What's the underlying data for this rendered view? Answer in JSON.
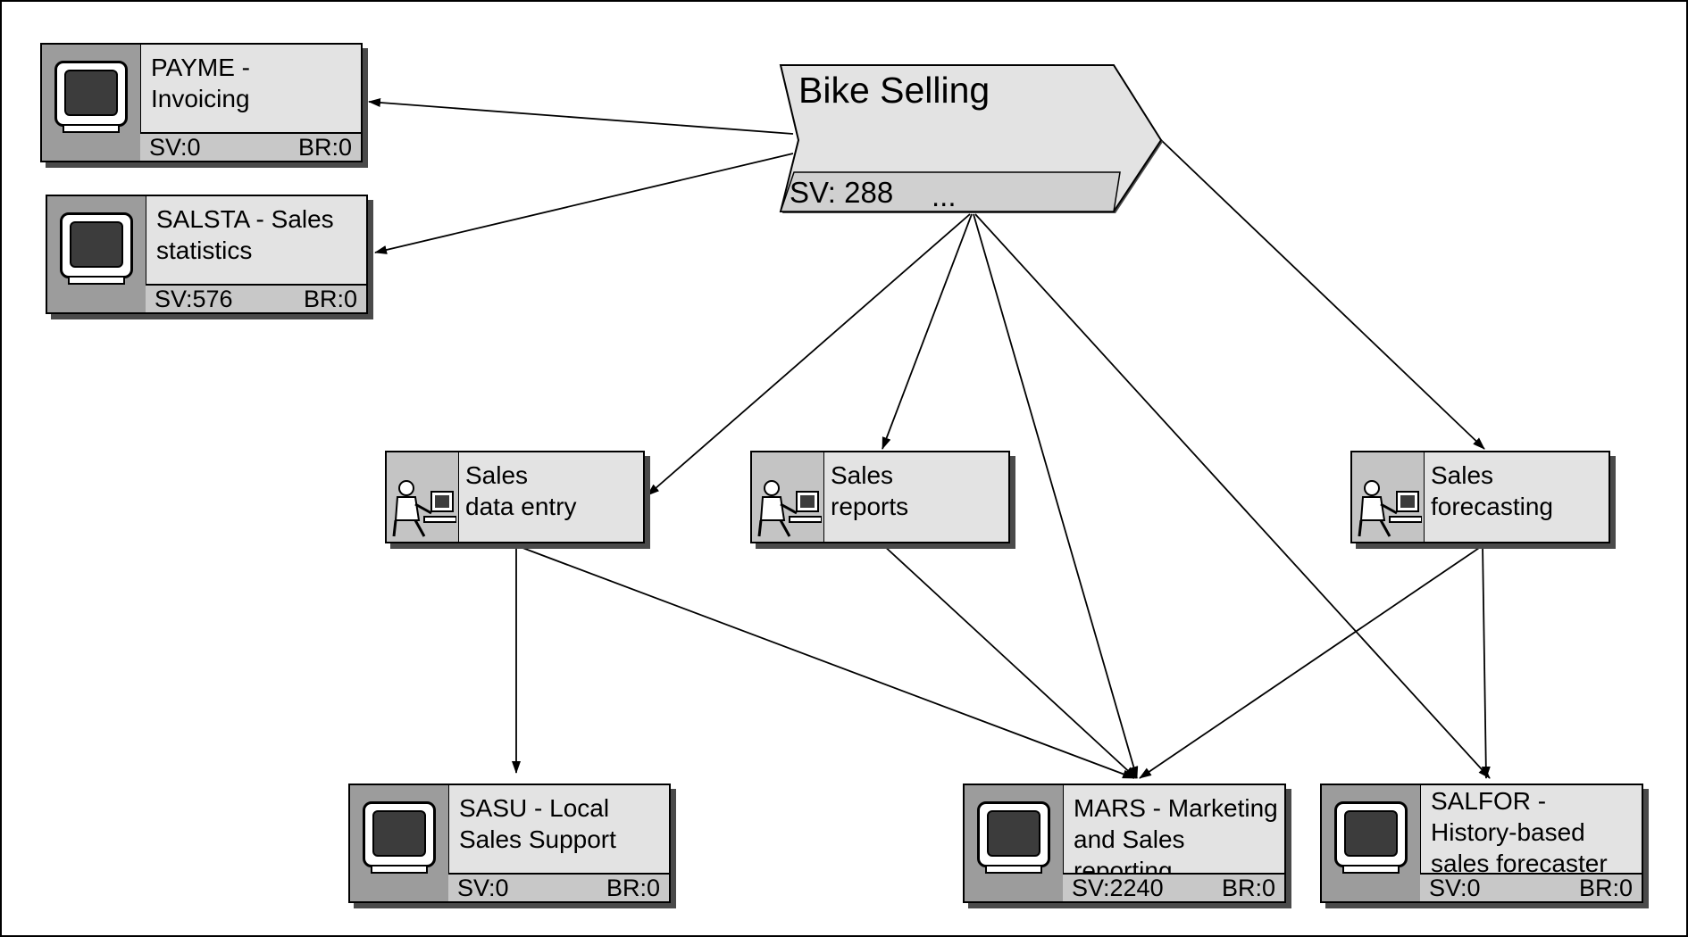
{
  "process": {
    "title": "Bike Selling",
    "sv_label": "SV: 288",
    "more_indicator": "..."
  },
  "applications": [
    {
      "id": "payme",
      "name": "PAYME -\nInvoicing",
      "sv": "SV:0",
      "br": "BR:0"
    },
    {
      "id": "salsta",
      "name": "SALSTA - Sales\nstatistics",
      "sv": "SV:576",
      "br": "BR:0"
    },
    {
      "id": "sasu",
      "name": "SASU - Local\nSales Support",
      "sv": "SV:0",
      "br": "BR:0"
    },
    {
      "id": "mars",
      "name": "MARS - Marketing\nand Sales reporting",
      "sv": "SV:2240",
      "br": "BR:0"
    },
    {
      "id": "salfor",
      "name": "SALFOR -\nHistory-based\nsales forecaster",
      "sv": "SV:0",
      "br": "BR:0"
    }
  ],
  "activities": [
    {
      "id": "sales-data-entry",
      "name": "Sales\ndata entry"
    },
    {
      "id": "sales-reports",
      "name": "Sales\nreports"
    },
    {
      "id": "sales-forecasting",
      "name": "Sales\nforecasting"
    }
  ],
  "icons": {
    "application": "monitor-icon",
    "activity": "person-at-computer-icon"
  },
  "colors": {
    "node_fill": "#e3e3e3",
    "icon_panel": "#9c9c9c",
    "shadow": "#4a4a4a",
    "line": "#000000"
  }
}
